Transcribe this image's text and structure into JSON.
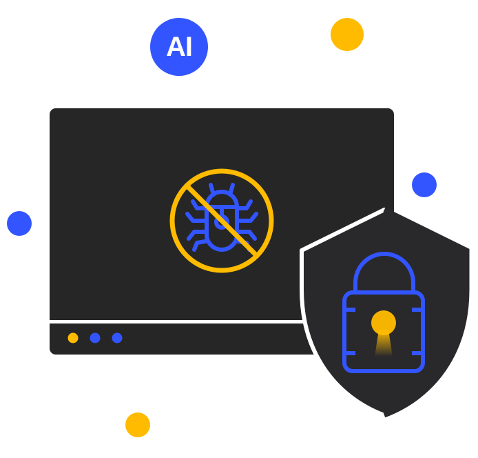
{
  "badge": {
    "label": "AI"
  },
  "colors": {
    "blue": "#3355FF",
    "yellow": "#FFBB00",
    "dark": "#262626",
    "shield": "#29292B",
    "white": "#FFFFFF"
  },
  "icons": [
    "ai-badge",
    "no-bug-icon",
    "shield-icon",
    "padlock-icon",
    "keyhole-icon",
    "window-dots"
  ]
}
